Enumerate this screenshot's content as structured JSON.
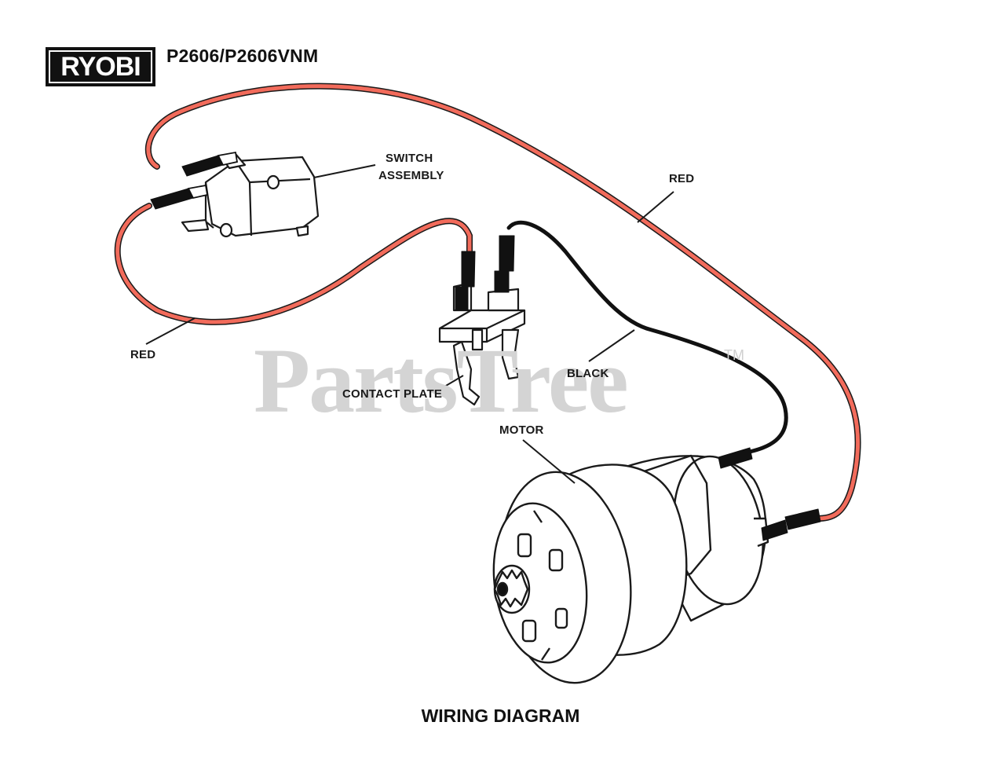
{
  "brand": {
    "logo_text": "RYOBI"
  },
  "header": {
    "model": "P2606/P2606VNM"
  },
  "watermark": {
    "text": "PartsTree",
    "tm": "TM"
  },
  "labels": {
    "switch_assembly": [
      "SWITCH",
      "ASSEMBLY"
    ],
    "red_top": "RED",
    "red_left": "RED",
    "contact_plate": "CONTACT PLATE",
    "black": "BLACK",
    "motor": "MOTOR"
  },
  "caption": "WIRING DIAGRAM",
  "colors": {
    "red_wire": "#f26b5b",
    "black_wire": "#111111",
    "watermark": "#d4d4d4"
  }
}
